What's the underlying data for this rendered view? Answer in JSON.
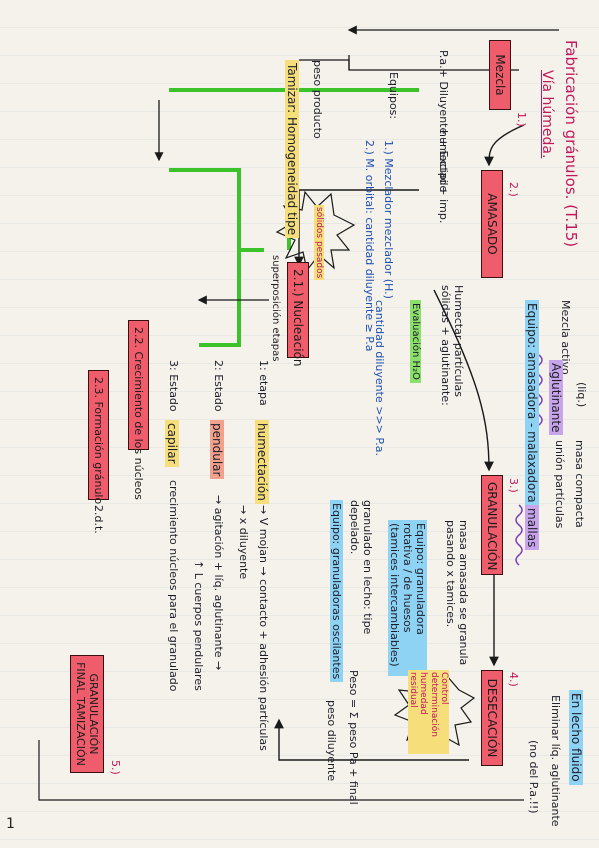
{
  "header": {
    "title": "Fabricación gránulos. (T.15)",
    "subtitle": "Vía húmeda."
  },
  "steps": {
    "mezcla": "Mezcla",
    "mezcla_num": "1.)",
    "amasado": "AMASADO",
    "amasado_num": "2.)",
    "granulacion": "GRANULACIÓN",
    "granulacion_num": "3.)",
    "desecacion": "DESECACIÓN",
    "desecacion_num": "4.)",
    "final": "GRANULACIÓN FINAL TAMIZACIÓN",
    "final_num": "5.)"
  },
  "mezcla_detail": {
    "inputs": "P.a.+ Diluyente + Excipi + imp.",
    "humedad_label": "humectado"
  },
  "amasado_detail": {
    "mezcla_activo": "Mezcla activo",
    "aglutinante": "Aglutinante",
    "liq": "(liq.)",
    "masa": "masa compacta",
    "unir": "unión partículas",
    "equipo": "Equipo: amasadora - malaxadora",
    "humectar": "Humectar partículas sólidas + aglutinante:",
    "eval": "Evaluación H₂O"
  },
  "equipos": {
    "label": "Equipos:",
    "eq1": "1.) Mezclador mezclador (H.)",
    "eq2": "2.) M. orbital: cantidad diluyente ≥ P.a",
    "cantidad": "cantidad diluyente >>> P.a."
  },
  "tamizar": {
    "label": "Tamizar: Homogeneidad tipe",
    "peso": "peso producto",
    "starburst": "sólidos pesados"
  },
  "granulacion_detail": {
    "malla": "mallas",
    "masa_amasada": "masa amasada se granula pasando x tamices.",
    "equipo": "Equipo: granuladora rotativa / de huesos (tamices intercambiables)",
    "granulado": "granulado en lecho: tipe depelado.",
    "equipo2": "Equipo: granuladoras oscilantes"
  },
  "desecacion_detail": {
    "lecho": "En lecho fluido",
    "eliminar": "Eliminar líq. aglutinante",
    "no_del": "(no del P.a.!!)",
    "control": "Control determinación humedad residual",
    "peso": "Peso = Σ peso Pa + final",
    "peso_dil": "peso diluyente"
  },
  "nucleacion": {
    "box": "2.1.) Nucleación",
    "superposicion": "superposición etapas",
    "etapa1_pre": "1: etapa",
    "etapa1_hl": "humectación",
    "etapa1_post": "→ V mojan → contacto + adhesión partículas",
    "diluyente": "→ x diluyente",
    "etapa2_pre": "2: Estado",
    "etapa2_hl": "pendular",
    "etapa2_post": "→ agitación + líq. aglutinante →",
    "etapa2_b": "↑ L cuerpos pendulares",
    "etapa3_pre": "3: Estado",
    "etapa3_hl": "capilar",
    "etapa3_post": "crecimiento núcleos para el granulado",
    "crecimiento": "2.2. Crecimiento de los núcleos",
    "formacion": "2.3. Formación gránulo",
    "dot": "2.d.t."
  },
  "footer": {
    "page": "1"
  }
}
